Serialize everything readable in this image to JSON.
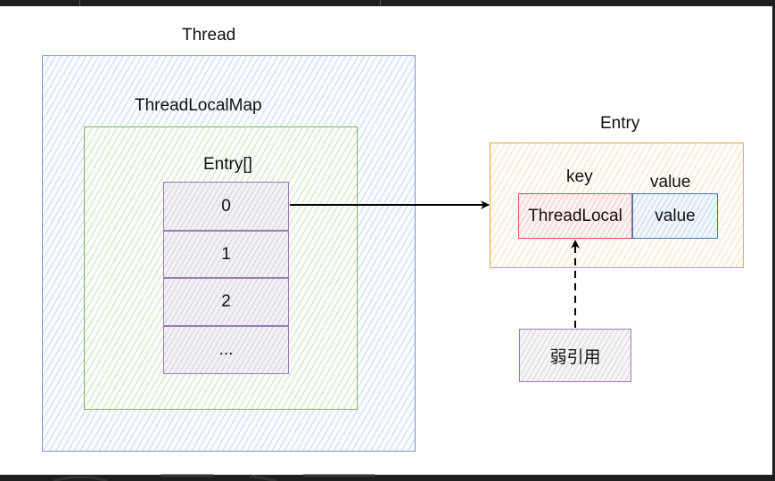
{
  "diagram": {
    "thread": {
      "label": "Thread"
    },
    "thread_local_map": {
      "label": "ThreadLocalMap"
    },
    "entry_array": {
      "label": "Entry[]",
      "cells": [
        "0",
        "1",
        "2",
        "..."
      ]
    },
    "entry": {
      "label": "Entry",
      "key_label": "key",
      "value_label": "value",
      "key_cell": "ThreadLocal",
      "value_cell": "value"
    },
    "weak_reference": {
      "label": "弱引用"
    },
    "edges": [
      {
        "from": "array-cell-0",
        "to": "entry-box",
        "style": "solid"
      },
      {
        "from": "weak-reference-box",
        "to": "key-cell",
        "style": "dashed"
      }
    ]
  },
  "colors": {
    "thread_border": "#7b97c9",
    "map_border": "#86b162",
    "array_border": "#9a79b8",
    "entry_border": "#e0ac2c",
    "key_border": "#d9535d",
    "value_border": "#3d7cb8"
  }
}
